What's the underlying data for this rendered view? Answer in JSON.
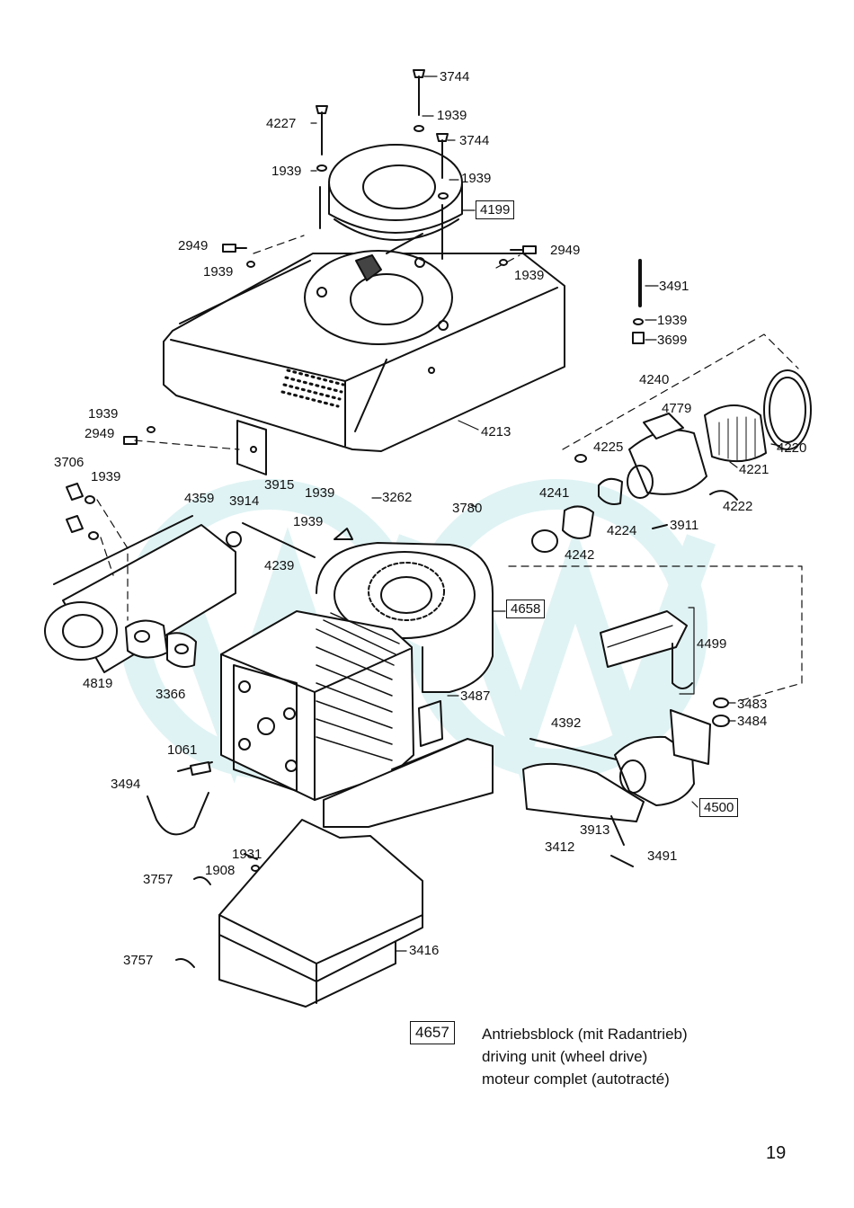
{
  "labels": {
    "p3744a": "3744",
    "p4227": "4227",
    "p1939a": "1939",
    "p3744b": "3744",
    "p1939b": "1939",
    "p1939c": "1939",
    "p4199": "4199",
    "p2949a": "2949",
    "p2949b": "2949",
    "p1939d": "1939",
    "p1939e": "1939",
    "p3491a": "3491",
    "p1939f": "1939",
    "p3699": "3699",
    "p4240": "4240",
    "p4779": "4779",
    "p4220": "4220",
    "p4221": "4221",
    "p4225": "4225",
    "p1939g": "1939",
    "p2949c": "2949",
    "p4213": "4213",
    "p3706": "3706",
    "p1939h": "1939",
    "p3915": "3915",
    "p4359": "4359",
    "p3914": "3914",
    "p1939i": "1939",
    "p3262": "3262",
    "p1939j": "1939",
    "p3780": "3780",
    "p4241": "4241",
    "p4224": "4224",
    "p3911": "3911",
    "p4222": "4222",
    "p4242": "4242",
    "p4239": "4239",
    "p4658": "4658",
    "p4499": "4499",
    "p4819": "4819",
    "p3366": "3366",
    "p3487": "3487",
    "p3483": "3483",
    "p3484": "3484",
    "p4392": "4392",
    "p1061": "1061",
    "p3494": "3494",
    "p4500": "4500",
    "p3913": "3913",
    "p3412": "3412",
    "p3491b": "3491",
    "p1931": "1931",
    "p1908": "1908",
    "p3757a": "3757",
    "p3416": "3416",
    "p3757b": "3757"
  },
  "legend": {
    "code": "4657",
    "line_de": "Antriebsblock (mit Radantrieb)",
    "line_en": "driving unit (wheel drive)",
    "line_fr": "moteur complet (autotracté)"
  },
  "page_number": "19"
}
